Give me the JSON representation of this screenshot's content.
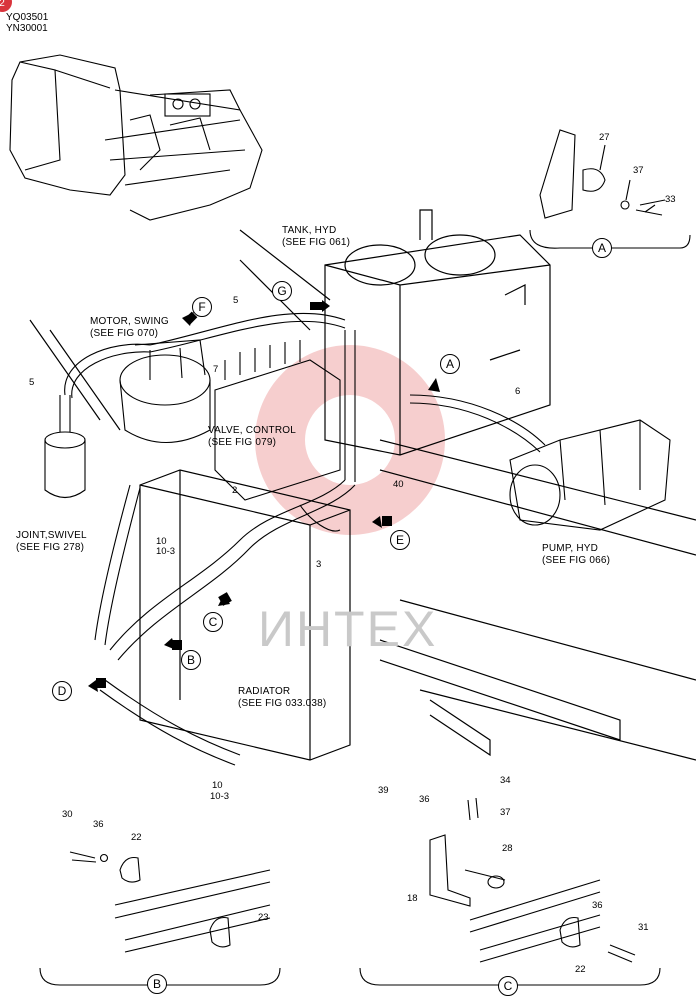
{
  "header": {
    "badge": "2",
    "codes": [
      "YQ03501",
      "YN30001"
    ]
  },
  "watermark": {
    "text": "ИНТЕХ",
    "color": "#f2b8b8"
  },
  "callouts": {
    "tank": [
      "TANK, HYD",
      "(SEE FIG 061)"
    ],
    "motor": [
      "MOTOR, SWING",
      "(SEE FIG 070)"
    ],
    "valve": [
      "VALVE, CONTROL",
      "(SEE FIG 079)"
    ],
    "joint": [
      "JOINT,SWIVEL",
      "(SEE FIG 278)"
    ],
    "pump": [
      "PUMP, HYD",
      "(SEE FIG 066)"
    ],
    "radiator": [
      "RADIATOR",
      "(SEE FIG 033.038)"
    ]
  },
  "view_letters": {
    "A": "A",
    "B": "B",
    "C": "C",
    "D": "D",
    "E": "E",
    "F": "F",
    "G": "G"
  },
  "part_numbers": {
    "p27": "27",
    "p37a": "37",
    "p33": "33",
    "p5a": "5",
    "p5b": "5",
    "p7": "7",
    "p6": "6",
    "p2": "2",
    "p40": "40",
    "p3": "3",
    "p10a": "10",
    "p10_3a": "10-3",
    "p10b": "10",
    "p10_3b": "10-3",
    "p30": "30",
    "p36a": "36",
    "p22a": "22",
    "p23": "23",
    "p39": "39",
    "p36b": "36",
    "p34": "34",
    "p37b": "37",
    "p28": "28",
    "p18": "18",
    "p36c": "36",
    "p31": "31",
    "p22b": "22"
  }
}
